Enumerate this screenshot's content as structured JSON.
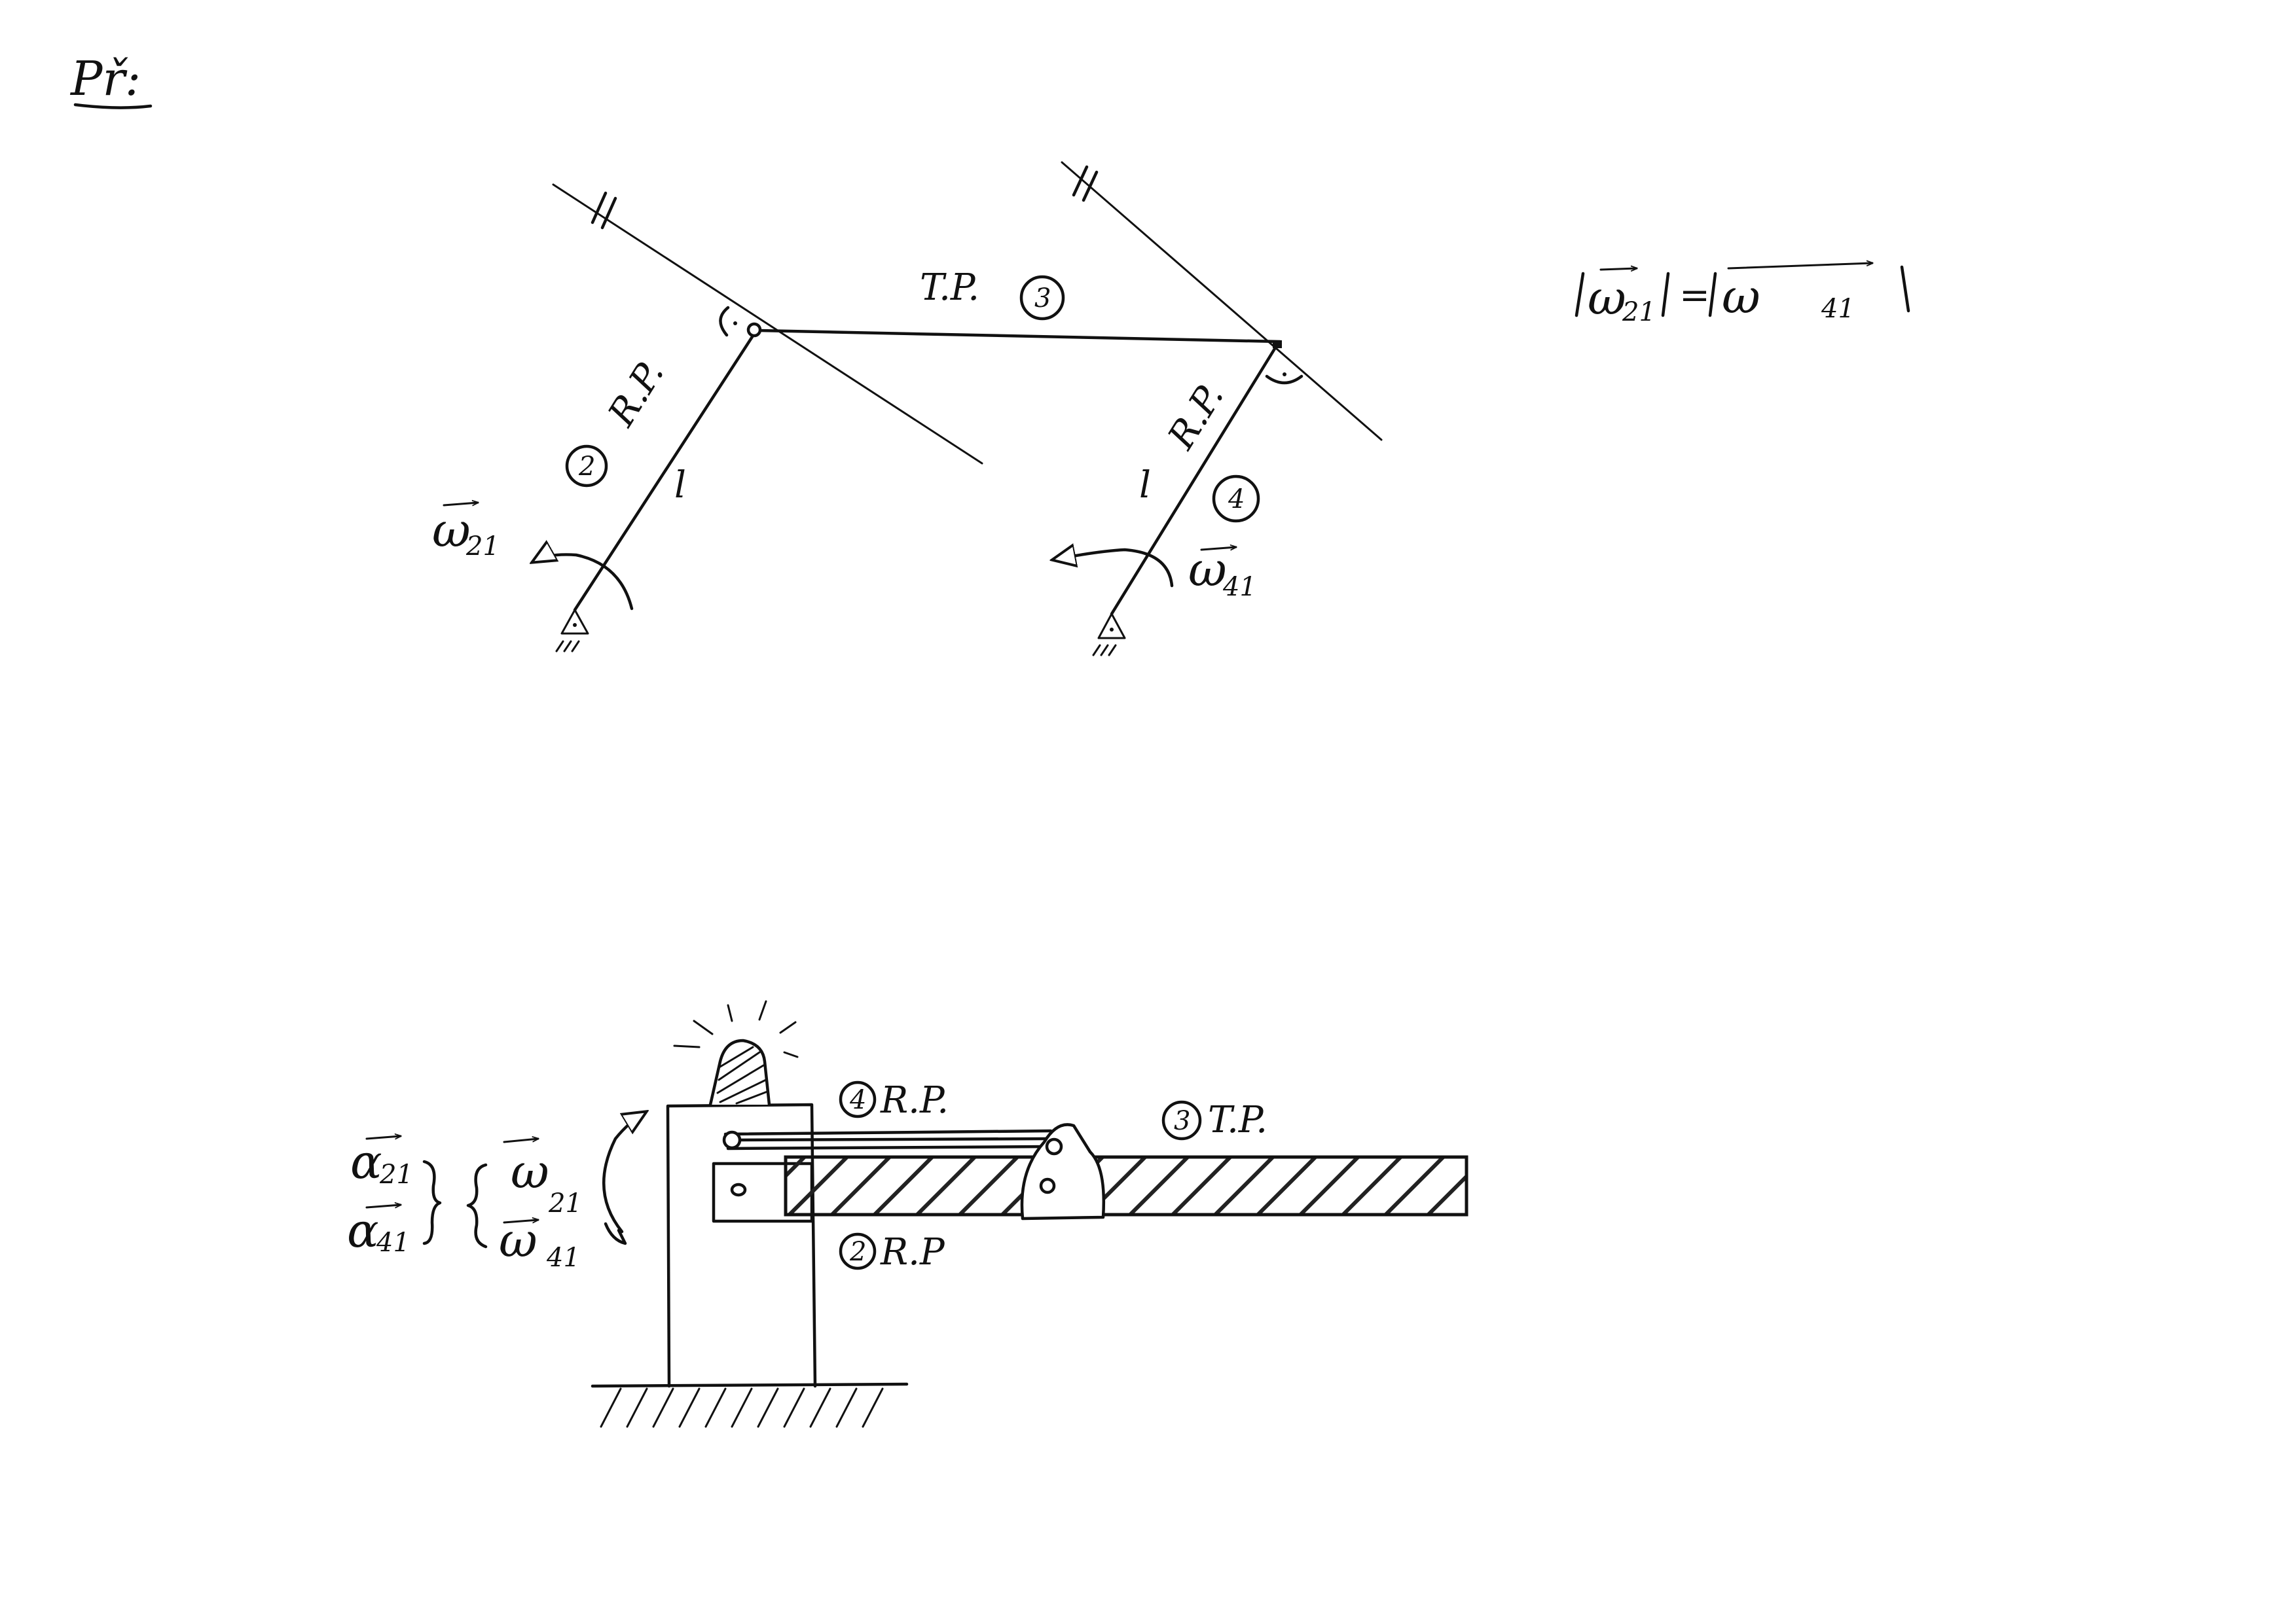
{
  "header": {
    "title": "Př:"
  },
  "top_diagram": {
    "link_2": {
      "number": "2",
      "type": "R.P.",
      "length": "l"
    },
    "link_3": {
      "number": "3",
      "type": "T.P."
    },
    "link_4": {
      "number": "4",
      "type": "R.P.",
      "length": "l"
    },
    "omega_21": {
      "symbol": "ω",
      "subscript": "21"
    },
    "omega_41": {
      "symbol": "ω",
      "subscript": "41"
    }
  },
  "equation": {
    "left_symbol": "ω",
    "left_subscript": "21",
    "equals": "=",
    "right_symbol": "ω",
    "right_subscript": "41"
  },
  "barrier_diagram": {
    "label_4": {
      "number": "4",
      "type": "R.P."
    },
    "label_3": {
      "number": "3",
      "type": "T.P."
    },
    "label_2": {
      "number": "2",
      "type": "R.P"
    },
    "alpha_21": {
      "symbol": "α",
      "subscript": "21"
    },
    "alpha_41": {
      "symbol": "α",
      "subscript": "41"
    },
    "omega_21": {
      "symbol": "ω",
      "subscript": "21"
    },
    "omega_41": {
      "symbol": "ω",
      "subscript": "41"
    }
  }
}
